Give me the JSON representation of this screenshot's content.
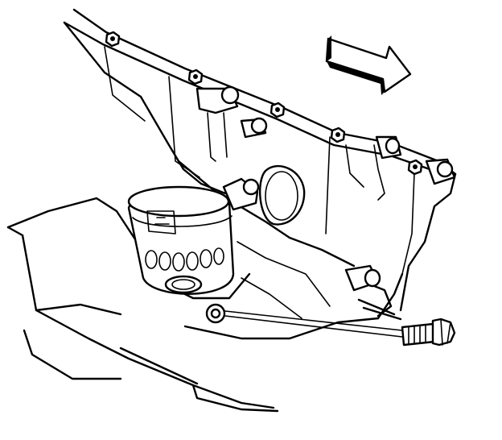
{
  "diagram": {
    "colors": {
      "line": "#000000",
      "background": "#ffffff"
    },
    "parts": [
      "engine-block",
      "oil-pan",
      "oil-filter",
      "oil-pan-bolts",
      "pan-mounting-bolt",
      "direction-arrow"
    ]
  }
}
